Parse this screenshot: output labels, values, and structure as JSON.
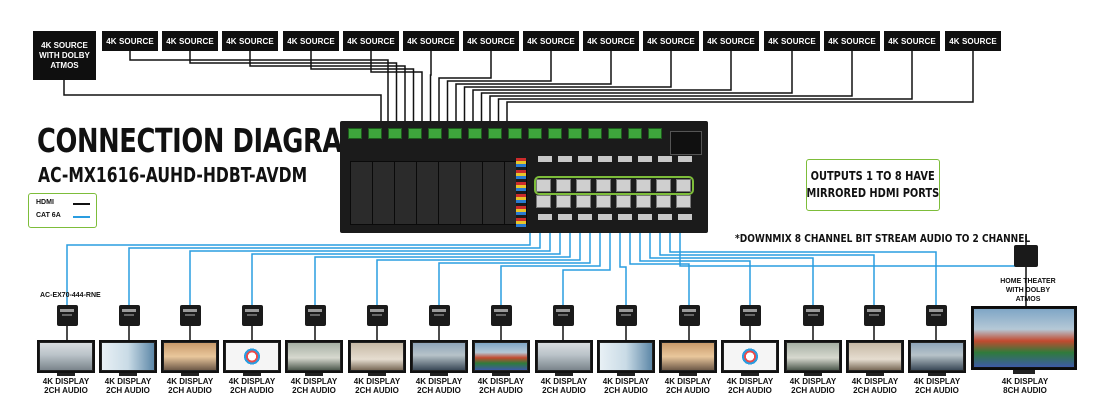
{
  "title": "CONNECTION DIAGRAM",
  "subtitle": "AC-MX1616-AUHD-HDBT-AVDM",
  "sources": {
    "first_lines": [
      "4K SOURCE",
      "WITH DOLBY",
      "ATMOS"
    ],
    "labels": [
      "4K SOURCE",
      "4K SOURCE",
      "4K SOURCE",
      "4K SOURCE",
      "4K SOURCE",
      "4K SOURCE",
      "4K SOURCE",
      "4K SOURCE",
      "4K SOURCE",
      "4K SOURCE",
      "4K SOURCE",
      "4K SOURCE",
      "4K SOURCE",
      "4K SOURCE",
      "4K SOURCE"
    ]
  },
  "legend": {
    "items": [
      {
        "label": "HDMI",
        "color": "#111111"
      },
      {
        "label": "CAT 6A",
        "color": "#2a9de0"
      }
    ]
  },
  "callout": {
    "line1": "OUTPUTS 1 TO 8 HAVE",
    "line2": "MIRRORED HDMI PORTS",
    "border_color": "#7dbd3a"
  },
  "note": "*DOWNMIX 8 CHANNEL BIT STREAM AUDIO TO 2 CHANNEL",
  "receiver_model": "AC-EX70-444-RNE",
  "home_theater": {
    "line1": "HOME THEATER",
    "line2": "WITH DOLBY ATMOS"
  },
  "displays": [
    {
      "line1": "4K DISPLAY",
      "line2": "2CH AUDIO",
      "scene": "lab"
    },
    {
      "line1": "4K DISPLAY",
      "line2": "2CH AUDIO",
      "scene": "doctor"
    },
    {
      "line1": "4K DISPLAY",
      "line2": "2CH AUDIO",
      "scene": "rocket"
    },
    {
      "line1": "4K DISPLAY",
      "line2": "2CH AUDIO",
      "scene": "chart"
    },
    {
      "line1": "4K DISPLAY",
      "line2": "2CH AUDIO",
      "scene": "room"
    },
    {
      "line1": "4K DISPLAY",
      "line2": "2CH AUDIO",
      "scene": "office"
    },
    {
      "line1": "4K DISPLAY",
      "line2": "2CH AUDIO",
      "scene": "city"
    },
    {
      "line1": "4K DISPLAY",
      "line2": "2CH AUDIO",
      "scene": "containers"
    },
    {
      "line1": "4K DISPLAY",
      "line2": "2CH AUDIO",
      "scene": "lab"
    },
    {
      "line1": "4K DISPLAY",
      "line2": "2CH AUDIO",
      "scene": "doctor"
    },
    {
      "line1": "4K DISPLAY",
      "line2": "2CH AUDIO",
      "scene": "rocket"
    },
    {
      "line1": "4K DISPLAY",
      "line2": "2CH AUDIO",
      "scene": "chart"
    },
    {
      "line1": "4K DISPLAY",
      "line2": "2CH AUDIO",
      "scene": "room"
    },
    {
      "line1": "4K DISPLAY",
      "line2": "2CH AUDIO",
      "scene": "office"
    },
    {
      "line1": "4K DISPLAY",
      "line2": "2CH AUDIO",
      "scene": "city"
    }
  ],
  "main_display": {
    "line1": "4K DISPLAY",
    "line2": "8CH AUDIO",
    "scene": "containers"
  },
  "colors": {
    "hdmi": "#111111",
    "cat6a": "#2a9de0",
    "accent": "#7dbd3a"
  }
}
